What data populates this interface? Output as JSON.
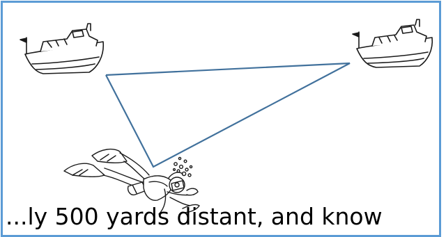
{
  "caption": "...ly 500 yards distant, and know",
  "colors": {
    "frame": "#5b9bd5",
    "triangle": "#41719c",
    "ink": "#1a1a1a"
  },
  "figures": [
    {
      "name": "left-boat",
      "icon": "boat-icon"
    },
    {
      "name": "right-boat",
      "icon": "boat-icon"
    },
    {
      "name": "scuba-diver",
      "icon": "diver-icon"
    }
  ]
}
